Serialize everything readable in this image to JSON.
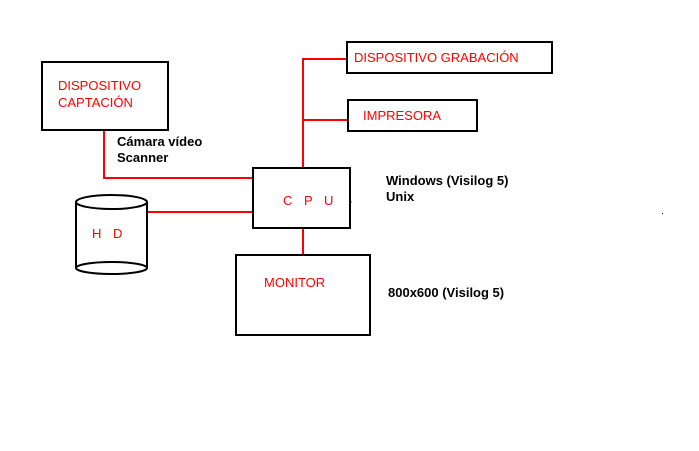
{
  "colors": {
    "box_stroke": "#000000",
    "connector": "#ff0000",
    "box_label": "#ff0000",
    "annotation": "#000000"
  },
  "nodes": {
    "capture": {
      "line1": "DISPOSITIVO",
      "line2": "CAPTACIÓN"
    },
    "recording": {
      "label": "DISPOSITIVO GRABACIÓN"
    },
    "printer": {
      "label": "IMPRESORA"
    },
    "cpu": {
      "label": "C P U"
    },
    "hd": {
      "label": "H D"
    },
    "monitor": {
      "label": "MONITOR"
    }
  },
  "annotations": {
    "capture_devices": {
      "line1": "Cámara vídeo",
      "line2": "Scanner"
    },
    "os": {
      "line1": "Windows (Visilog 5)",
      "line2": "Unix"
    },
    "resolution": "800x600 (Visilog 5)"
  }
}
